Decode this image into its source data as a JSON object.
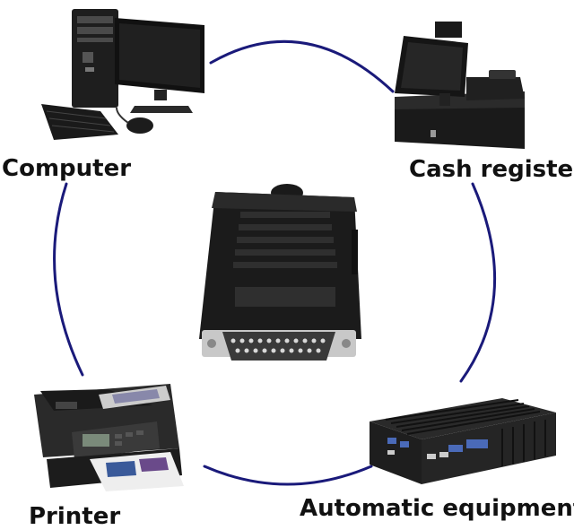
{
  "labels": {
    "computer": "Computer",
    "cash_register": "Cash register",
    "printer": "Printer",
    "automatic_equipment": "Automatic equipment"
  },
  "colors": {
    "ring": "#1a1a7a",
    "device_dark": "#1c1c1c",
    "device_mid": "#3a3a3a",
    "metal": "#c8c8c8",
    "screen": "#0d0d0d"
  },
  "icons": {
    "center": "db25-connector-icon",
    "top_left": "desktop-computer-icon",
    "top_right": "cash-register-icon",
    "bottom_left": "printer-icon",
    "bottom_right": "industrial-pc-icon"
  }
}
